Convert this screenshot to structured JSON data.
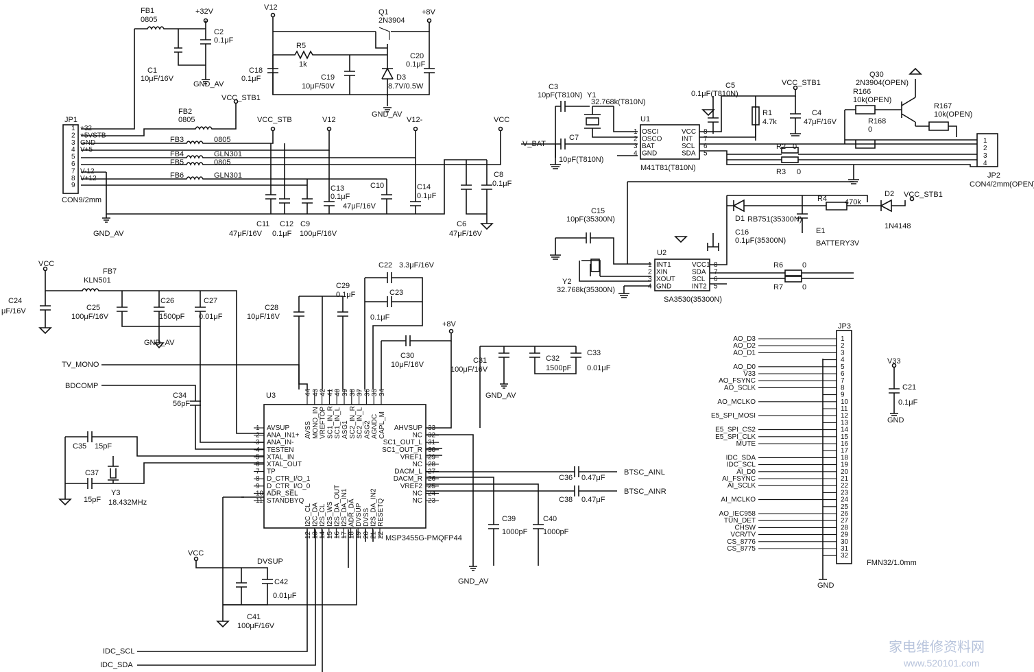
{
  "power": {
    "p32": "+32V",
    "v12": "V12",
    "p8": "+8V",
    "vcc_stb1": "VCC_STB1",
    "vcc_stb": "VCC_STB",
    "v12b": "V12",
    "v12n": "V12-",
    "vcc": "VCC",
    "gnd_av": "GND_AV",
    "vcc_stb1b": "VCC_STB1",
    "vcc_stb1c": "VCC_STB1",
    "vcc2": "VCC",
    "p8b": "+8V",
    "gnd_av2": "GND_AV",
    "gnd_av3": "GND_AV",
    "gnd_av4": "GND_AV",
    "gnd_av5": "GND_AV",
    "gnd_av6": "GND_AV",
    "vcc3": "VCC",
    "v33": "V33",
    "gnd": "GND",
    "gnd2": "GND"
  },
  "parts": {
    "fb1": "FB1",
    "fb1v": "0805",
    "c2": "C2",
    "c2v": "0.1μF",
    "c1": "C1",
    "c1v": "10μF/16V",
    "q1": "Q1",
    "q1v": "2N3904",
    "r5": "R5",
    "r5v": "1k",
    "c18": "C18",
    "c18v": "0.1μF",
    "c19": "C19",
    "c19v": "10μF/50V",
    "d3": "D3",
    "d3v": "8.7V/0.5W",
    "c20": "C20",
    "c20v": "0.1μF",
    "jp1": "JP1",
    "jp1v": "CON9/2mm",
    "fb2": "FB2",
    "fb2v": "0805",
    "fb3": "FB3",
    "fb3v": "0805",
    "fb4": "FB4",
    "fb4v": "GLN301",
    "fb5": "FB5",
    "fb5v": "0805",
    "fb6": "FB6",
    "fb6v": "GLN301",
    "c13": "C13",
    "c13v": "0.1μF",
    "c10": "C10",
    "c10v": "47μF/16V",
    "c14": "C14",
    "c14v": "0.1μF",
    "c8": "C8",
    "c8v": "0.1μF",
    "c11": "C11",
    "c11v": "47μF/16V",
    "c12": "C12",
    "c12v": "0.1μF",
    "c9": "C9",
    "c9v": "100μF/16V",
    "c6": "C6",
    "c6v": "47μF/16V",
    "c3": "C3",
    "c3v": "10pF(T810N)",
    "y1": "Y1",
    "y1v": "32.768k(T810N)",
    "c7": "C7",
    "c7v": "10pF(T810N)",
    "vbat": "V_BAT",
    "u1": "U1",
    "u1v": "M41T81(T810N)",
    "c5": "C5",
    "c5v": "0.1μF(T810N)",
    "r1": "R1",
    "r1v": "4.7k",
    "c4": "C4",
    "c4v": "47μF/16V",
    "q30": "Q30",
    "q30v": "2N3904(OPEN)",
    "r166": "R166",
    "r166v": "10k(OPEN)",
    "r167": "R167",
    "r167v": "10k(OPEN)",
    "r168": "R168",
    "r168v": "0",
    "r2": "R2",
    "r2v": "0",
    "r3": "R3",
    "r3v": "0",
    "jp2": "JP2",
    "jp2v": "CON4/2mm(OPEN)",
    "c15": "C15",
    "c15v": "10pF(35300N)",
    "d1": "D1",
    "d1v": "RB751(35300N)",
    "r4": "R4",
    "r4v": "470k",
    "d2": "D2",
    "d2v": "1N4148",
    "c16": "C16",
    "c16v": "0.1μF(35300N)",
    "e1": "E1",
    "e1v": "BATTERY3V",
    "u2": "U2",
    "u2v": "SA3530(35300N)",
    "y2": "Y2",
    "y2v": "32.768k(35300N)",
    "r6": "R6",
    "r6v": "0",
    "r7": "R7",
    "r7v": "0",
    "fb7": "FB7",
    "fb7v": "KLN501",
    "c24": "C24",
    "c24v": "μF/16V",
    "c25": "C25",
    "c25v": "100μF/16V",
    "c26": "C26",
    "c26v": "1500pF",
    "c27": "C27",
    "c27v": "0.01μF",
    "c28": "C28",
    "c28v": "10μF/16V",
    "c29": "C29",
    "c29v": "0.1μF",
    "c22": "C22",
    "c22v": "3.3μF/16V",
    "c23": "C23",
    "c23v": "0.1μF",
    "c30": "C30",
    "c30v": "10μF/16V",
    "c31": "C31",
    "c31v": "100μF/16V",
    "c32": "C32",
    "c32v": "1500pF",
    "c33": "C33",
    "c33v": "0.01μF",
    "c34": "C34",
    "c34v": "56pF",
    "c35": "C35",
    "c35v": "15pF",
    "c37": "C37",
    "c37v": "15pF",
    "y3": "Y3",
    "y3v": "18.432MHz",
    "c36": "C36",
    "c36v": "0.47μF",
    "c38": "C38",
    "c38v": "0.47μF",
    "c39": "C39",
    "c39v": "1000pF",
    "c40": "C40",
    "c40v": "1000pF",
    "c41": "C41",
    "c41v": "100μF/16V",
    "c42": "C42",
    "c42v": "0.01μF",
    "dvsup": "DVSUP",
    "c21": "C21",
    "c21v": "0.1μF",
    "u3": "U3",
    "u3v": "MSP3455G-PMQFP44",
    "jp3": "JP3",
    "jp3v": "FMN32/1.0mm"
  },
  "jp1_pins": [
    "+32",
    "+5VSTB",
    "GND",
    "V+5",
    "",
    "",
    "V-12",
    "V+12",
    ""
  ],
  "u1_pins": {
    "left": [
      "OSCI",
      "OSCO",
      "BAT",
      "GND"
    ],
    "right": [
      "VCC",
      "INT",
      "SCL",
      "SDA"
    ],
    "lnum": [
      "1",
      "2",
      "3",
      "4"
    ],
    "rnum": [
      "8",
      "7",
      "6",
      "5"
    ]
  },
  "u2_pins": {
    "left": [
      "INT1",
      "XIN",
      "XOUT",
      "GND"
    ],
    "right": [
      "VCC1",
      "SDA",
      "SCL",
      "INT2"
    ],
    "lnum": [
      "1",
      "2",
      "3",
      "4"
    ],
    "rnum": [
      "8",
      "7",
      "6",
      "5"
    ]
  },
  "u3_left": [
    {
      "n": "1",
      "name": "AVSUP"
    },
    {
      "n": "2",
      "name": "ANA_IN1+"
    },
    {
      "n": "3",
      "name": "ANA_IN-"
    },
    {
      "n": "4",
      "name": "TESTEN"
    },
    {
      "n": "5",
      "name": "XTAL_IN"
    },
    {
      "n": "6",
      "name": "XTAL_OUT"
    },
    {
      "n": "7",
      "name": "TP"
    },
    {
      "n": "8",
      "name": "D_CTR_I/O_1"
    },
    {
      "n": "9",
      "name": "D_CTR_I/O_0"
    },
    {
      "n": "10",
      "name": "ADR_SEL"
    },
    {
      "n": "11",
      "name": "STANDBYQ"
    }
  ],
  "u3_right": [
    {
      "n": "33",
      "name": "AHVSUP"
    },
    {
      "n": "32",
      "name": "NC"
    },
    {
      "n": "31",
      "name": "SC1_OUT_L"
    },
    {
      "n": "30",
      "name": "SC1_OUT_R"
    },
    {
      "n": "29",
      "name": "VREF1"
    },
    {
      "n": "28",
      "name": "NC"
    },
    {
      "n": "27",
      "name": "DACM_L"
    },
    {
      "n": "26",
      "name": "DACM_R"
    },
    {
      "n": "25",
      "name": "VREF2"
    },
    {
      "n": "24",
      "name": "NC"
    },
    {
      "n": "23",
      "name": "NC"
    }
  ],
  "u3_top": [
    {
      "n": "44",
      "name": "AVSS"
    },
    {
      "n": "43",
      "name": "MONO_IN"
    },
    {
      "n": "42",
      "name": "VREFTOP"
    },
    {
      "n": "41",
      "name": "SC1_IN_R"
    },
    {
      "n": "40",
      "name": "SC1_IN_L"
    },
    {
      "n": "39",
      "name": "ASG1"
    },
    {
      "n": "38",
      "name": "SC2_IN_R"
    },
    {
      "n": "37",
      "name": "SC2_IN_L"
    },
    {
      "n": "36",
      "name": "ASG2"
    },
    {
      "n": "35",
      "name": "AGNDC"
    },
    {
      "n": "34",
      "name": "CAPL_M"
    }
  ],
  "u3_bottom": [
    {
      "n": "12",
      "name": "I2C_CL"
    },
    {
      "n": "13",
      "name": "I2C_DA"
    },
    {
      "n": "14",
      "name": "I2S_CL"
    },
    {
      "n": "15",
      "name": "I2S_WS"
    },
    {
      "n": "16",
      "name": "I2S_DA_OUT"
    },
    {
      "n": "17",
      "name": "I2S_DA_IN1"
    },
    {
      "n": "18",
      "name": "ADR_DA"
    },
    {
      "n": "19",
      "name": "DVSUP"
    },
    {
      "n": "20",
      "name": "DVSS"
    },
    {
      "n": "21",
      "name": "I2S_DA_IN2"
    },
    {
      "n": "22",
      "name": "RESETQ"
    }
  ],
  "nets": {
    "tv_mono": "TV_MONO",
    "bdcomp": "BDCOMP",
    "btsc_ainl": "BTSC_AINL",
    "btsc_ainr": "BTSC_AINR",
    "idc_scl": "IDC_SCL",
    "idc_sda": "IDC_SDA"
  },
  "jp3_pins": [
    "1",
    "2",
    "3",
    "4",
    "5",
    "6",
    "7",
    "8",
    "9",
    "10",
    "11",
    "12",
    "13",
    "14",
    "15",
    "16",
    "17",
    "18",
    "19",
    "20",
    "21",
    "22",
    "23",
    "24",
    "25",
    "26",
    "27",
    "28",
    "29",
    "30",
    "31",
    "32"
  ],
  "jp3_nets": [
    {
      "pin": 1,
      "name": "AO_D3"
    },
    {
      "pin": 2,
      "name": "AO_D2"
    },
    {
      "pin": 3,
      "name": "AO_D1"
    },
    {
      "pin": 5,
      "name": "AO_D0"
    },
    {
      "pin": 6,
      "name": "V33"
    },
    {
      "pin": 7,
      "name": "AO_FSYNC"
    },
    {
      "pin": 8,
      "name": "AO_SCLK"
    },
    {
      "pin": 10,
      "name": "AO_MCLKO"
    },
    {
      "pin": 12,
      "name": "E5_SPI_MOSI"
    },
    {
      "pin": 14,
      "name": "E5_SPI_CS2"
    },
    {
      "pin": 15,
      "name": "E5_SPI_CLK"
    },
    {
      "pin": 16,
      "name": "MUTE"
    },
    {
      "pin": 18,
      "name": "IDC_SDA"
    },
    {
      "pin": 19,
      "name": "IDC_SCL"
    },
    {
      "pin": 20,
      "name": "AI_D0"
    },
    {
      "pin": 21,
      "name": "AI_FSYNC"
    },
    {
      "pin": 22,
      "name": "AI_SCLK"
    },
    {
      "pin": 24,
      "name": "AI_MCLKO"
    },
    {
      "pin": 26,
      "name": "AO_IEC958"
    },
    {
      "pin": 27,
      "name": "TUN_DET"
    },
    {
      "pin": 28,
      "name": "CHSW"
    },
    {
      "pin": 29,
      "name": "VCR/TV"
    },
    {
      "pin": 30,
      "name": "CS_8776"
    },
    {
      "pin": 31,
      "name": "CS_8775"
    }
  ],
  "watermark": {
    "cn": "家电维修资料网",
    "url": "www.520101.com"
  }
}
